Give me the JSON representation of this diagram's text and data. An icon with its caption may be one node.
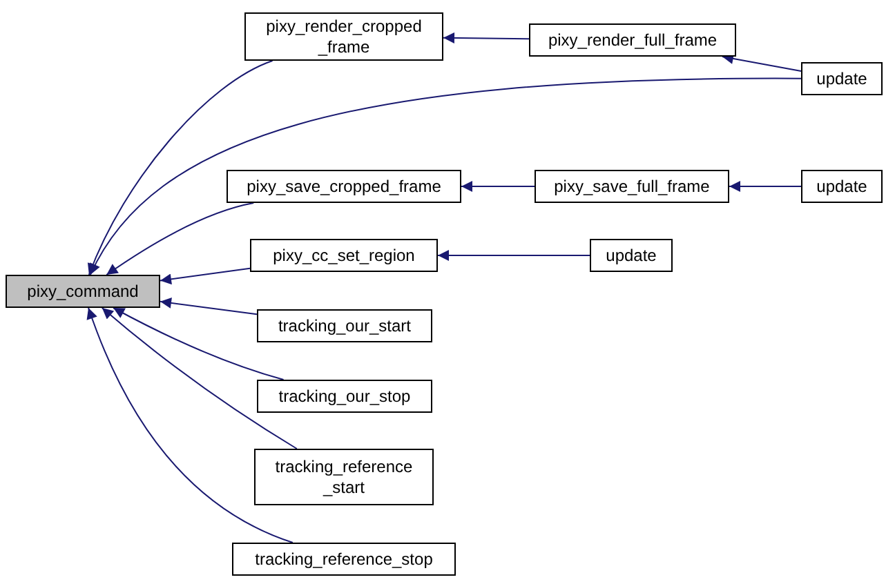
{
  "diagram": {
    "nodes": [
      {
        "text": [
          "pixy_command"
        ]
      },
      {
        "text": [
          "pixy_render_cropped _frame"
        ]
      },
      {
        "text": [
          "pixy_render_full_frame"
        ]
      },
      {
        "text": [
          "update"
        ]
      },
      {
        "text": [
          "pixy_save_cropped_frame"
        ]
      },
      {
        "text": [
          "pixy_save_full_frame"
        ]
      },
      {
        "text": [
          "update"
        ]
      },
      {
        "text": [
          "pixy_cc_set_region"
        ]
      },
      {
        "text": [
          "update"
        ]
      },
      {
        "text": [
          "tracking_our_start"
        ]
      },
      {
        "text": [
          "tracking_our_stop"
        ]
      },
      {
        "text": [
          "tracking_reference _start"
        ]
      },
      {
        "text": [
          "tracking_reference_stop"
        ]
      }
    ],
    "edges": [
      {
        "from": 1,
        "to": 0,
        "arrow": "to"
      },
      {
        "from": 2,
        "to": 1,
        "arrow": "to"
      },
      {
        "from": 3,
        "to": 2,
        "arrow": "to"
      },
      {
        "from": 3,
        "to": 0,
        "arrow": "to"
      },
      {
        "from": 4,
        "to": 0,
        "arrow": "to"
      },
      {
        "from": 5,
        "to": 4,
        "arrow": "to"
      },
      {
        "from": 6,
        "to": 5,
        "arrow": "to"
      },
      {
        "from": 7,
        "to": 0,
        "arrow": "to"
      },
      {
        "from": 8,
        "to": 7,
        "arrow": "to"
      },
      {
        "from": 9,
        "to": 0,
        "arrow": "to"
      },
      {
        "from": 10,
        "to": 0,
        "arrow": "to"
      },
      {
        "from": 11,
        "to": 0,
        "arrow": "to"
      },
      {
        "from": 12,
        "to": 0,
        "arrow": "to"
      }
    ]
  }
}
